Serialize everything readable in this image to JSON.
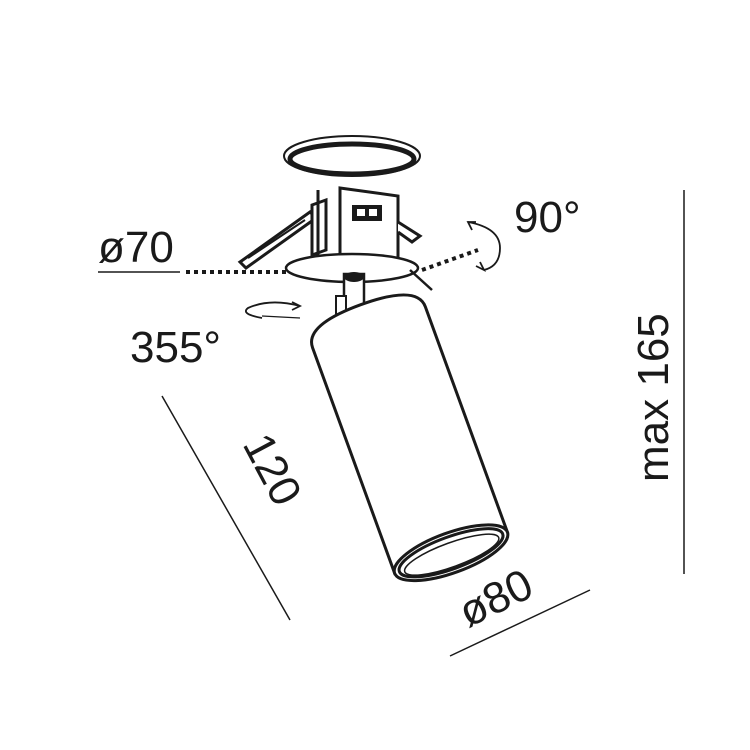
{
  "labels": {
    "cutout_diameter": "ø70",
    "tilt_angle": "90°",
    "rotation_angle": "355°",
    "height_max": "max 165",
    "body_length": "120",
    "body_diameter": "ø80"
  },
  "colors": {
    "ink": "#1a1a1a",
    "background": "#ffffff"
  }
}
